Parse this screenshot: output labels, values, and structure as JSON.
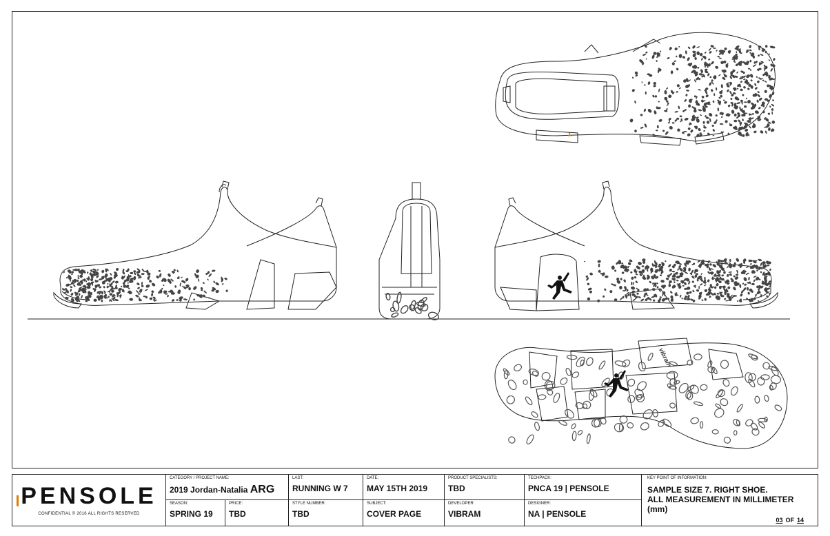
{
  "brand": {
    "logo": "PENSOLE",
    "copyright": "CONFIDENTIAL © 2016 ALL RIGHTS RESERVED"
  },
  "fields": {
    "category": {
      "label": "CATEGORY / PROJECT NAME:",
      "value": "2019 Jordan-Natalia",
      "suffix": "ARG"
    },
    "last": {
      "label": "LAST:",
      "value": "RUNNING W 7"
    },
    "date": {
      "label": "DATE:",
      "value": "MAY 15TH 2019"
    },
    "product_specialists": {
      "label": "PRODUCT SPECIALISTS:",
      "value": "TBD"
    },
    "techpack": {
      "label": "TECHPACK:",
      "value": "PNCA 19 | PENSOLE"
    },
    "season": {
      "label": "SEASON:",
      "value": "SPRING 19"
    },
    "price": {
      "label": "PRICE:",
      "value": "TBD"
    },
    "style_number": {
      "label": "STYLE NUMBER:",
      "value": "TBD"
    },
    "subject": {
      "label": "SUBJECT:",
      "value": "COVER PAGE"
    },
    "developer": {
      "label": "DEVELOPER:",
      "value": "VIBRAM"
    },
    "designer": {
      "label": "DESIGNER:",
      "value": "NA | PENSOLE"
    }
  },
  "key_point": {
    "label": "KEY POINT OF INFORMATION:",
    "line1": "SAMPLE SIZE 7. RIGHT SHOE.",
    "line2": "ALL MEASUREMENT IN MILLIMETER (mm)"
  },
  "page": {
    "current": "03",
    "of_label": "OF",
    "total": "14"
  },
  "drawing": {
    "outsole_brand_mark": "vibram",
    "logo_icon": "jumpman-logo-icon"
  },
  "colors": {
    "line": "#222222",
    "pattern": "#444444",
    "accent": "#e07a00"
  }
}
